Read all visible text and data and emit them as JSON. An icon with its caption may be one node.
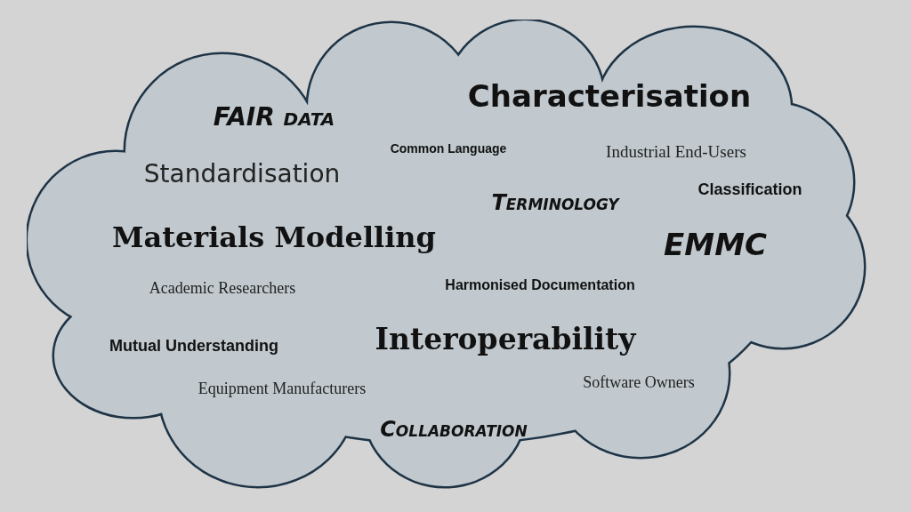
{
  "diagram": {
    "nodes": [
      {
        "text": [
          "Characterisation",
          "FAIR data",
          "Common Language",
          "Industrial End-Users",
          "Standardisation",
          "Terminology",
          "Classification",
          "Materials Modelling",
          "EMMC",
          "Academic Researchers",
          "Harmonised Documentation",
          "Mutual Understanding",
          "Interoperability",
          "Equipment Manufacturers",
          "Software Owners",
          "Collaboration"
        ]
      }
    ]
  }
}
